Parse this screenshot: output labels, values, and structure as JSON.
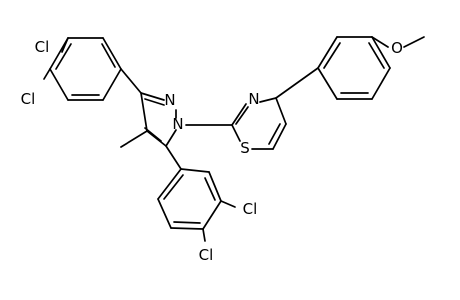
{
  "molecule": {
    "atoms": [
      {
        "id": "cl1",
        "label": "Cl"
      },
      {
        "id": "cl2",
        "label": "Cl"
      },
      {
        "id": "n_pyrazole_2",
        "label": "N"
      },
      {
        "id": "n_pyrazole_1",
        "label": "N"
      },
      {
        "id": "n_thiazole",
        "label": "N"
      },
      {
        "id": "s_thiazole",
        "label": "S"
      },
      {
        "id": "o_methoxy",
        "label": "O"
      },
      {
        "id": "cl3",
        "label": "Cl"
      },
      {
        "id": "cl4",
        "label": "Cl"
      }
    ]
  }
}
